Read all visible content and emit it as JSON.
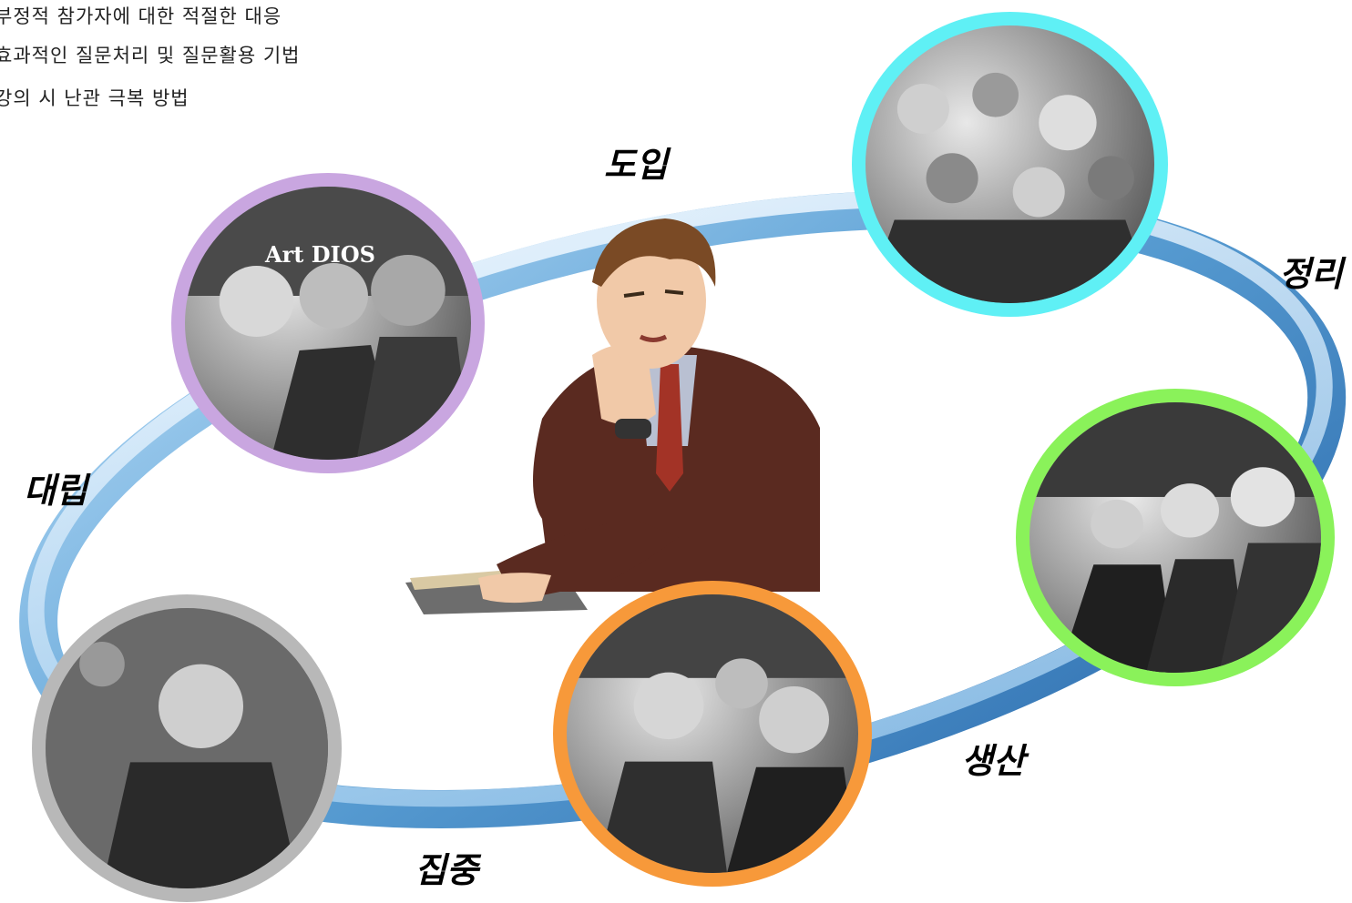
{
  "bullets": [
    "부정적 참가자에 대한 적절한 대응",
    "효과적인 질문처리 및 질문활용 기법",
    "강의 시 난관 극복 방법"
  ],
  "stages": {
    "intro": "도입",
    "summary": "정리",
    "conflict": "대립",
    "production": "생산",
    "focus": "집중"
  },
  "photo_text": "Art DIOS",
  "colors": {
    "ring": "#6fa9d6",
    "purple": "#c9a6e0",
    "cyan": "#5ff0f5",
    "green": "#8af25a",
    "orange": "#f7993a",
    "gray": "#b8b8b8"
  }
}
